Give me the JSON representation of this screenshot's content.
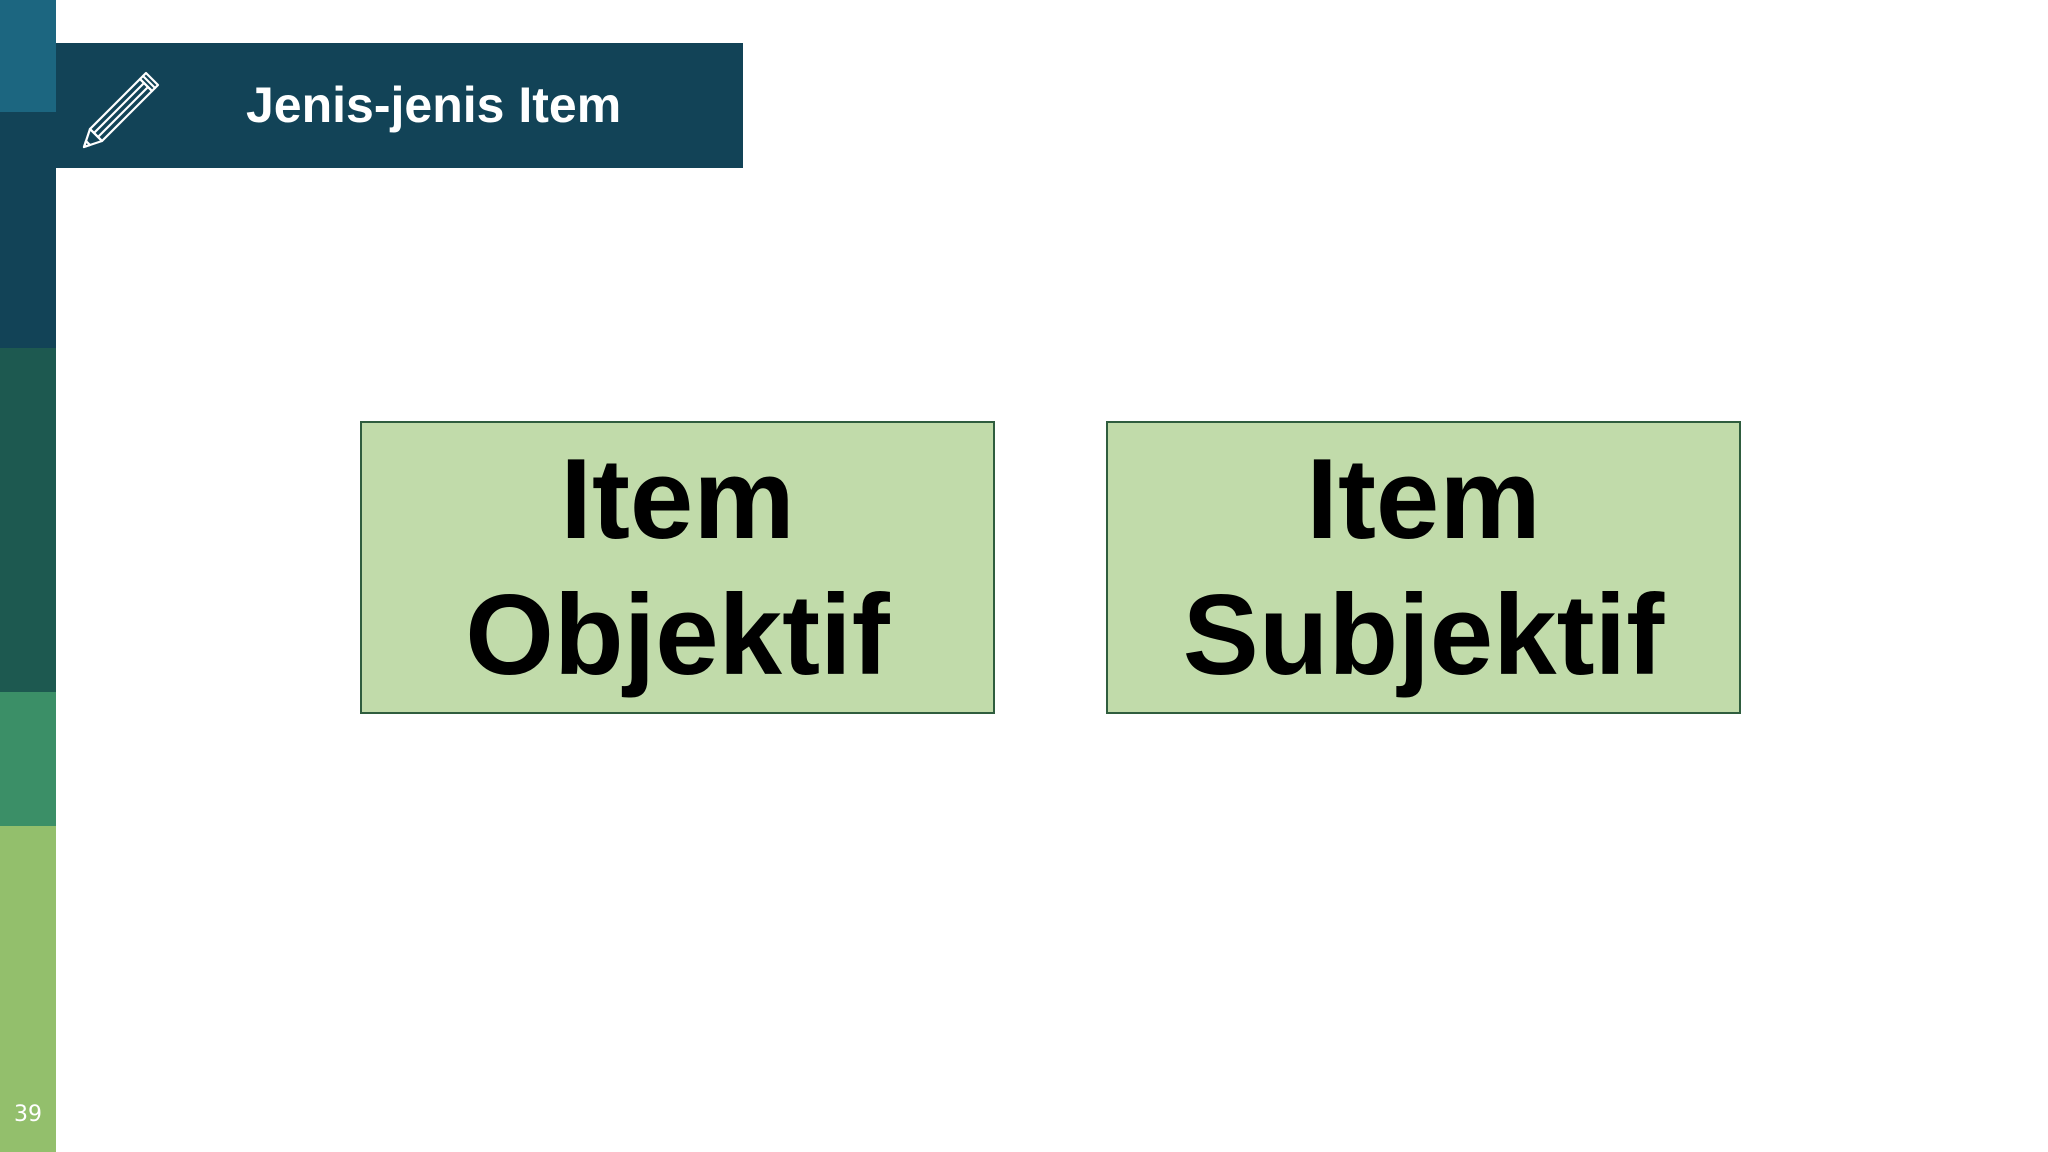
{
  "slide": {
    "title": "Jenis-jenis Item",
    "page_number": "39",
    "icons": {
      "title_icon": "pencil-icon"
    },
    "colors": {
      "banner": "#124357",
      "box_fill": "#c1dbaa",
      "box_border": "#2f5d3e",
      "strip": [
        "#1c6680",
        "#124357",
        "#1d5950",
        "#3b8f67",
        "#93bf6c"
      ]
    }
  },
  "items": [
    {
      "line1": "Item",
      "line2": "Objektif"
    },
    {
      "line1": "Item",
      "line2": "Subjektif"
    }
  ]
}
